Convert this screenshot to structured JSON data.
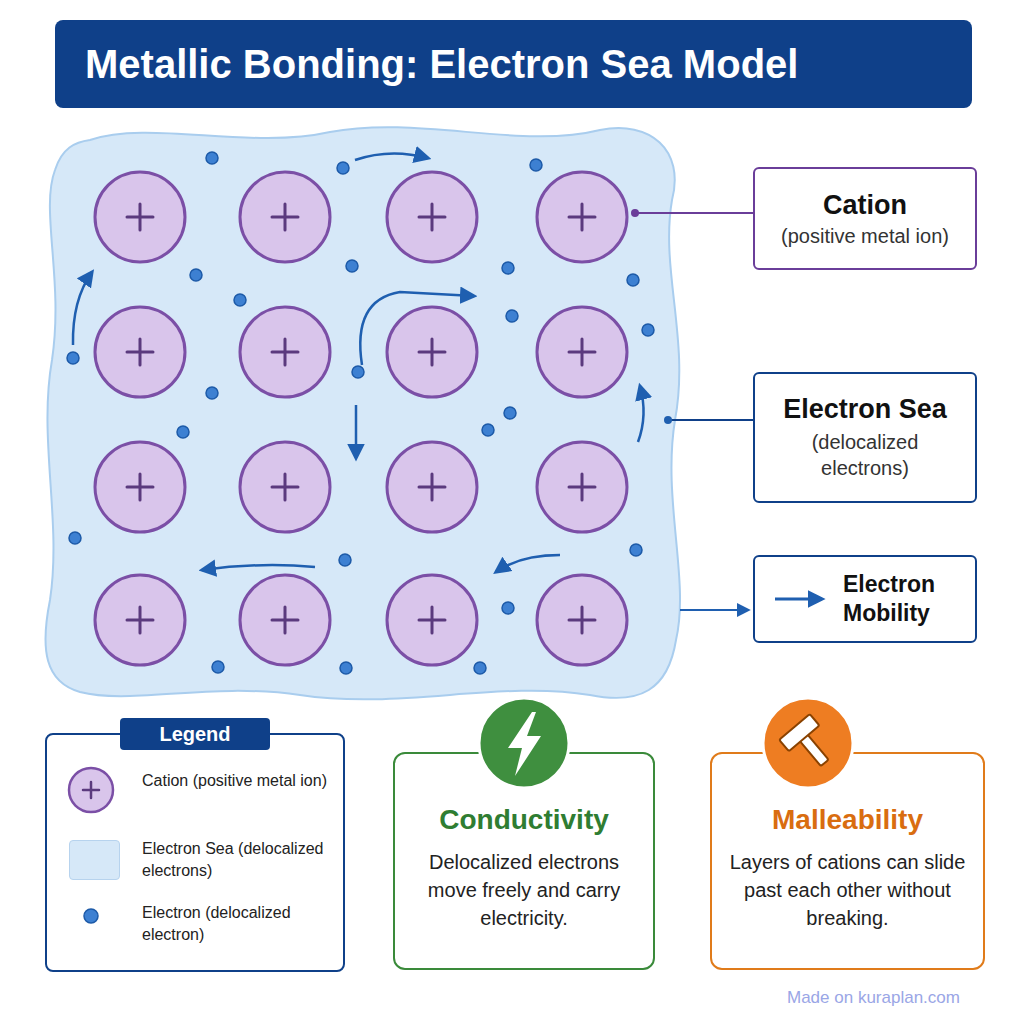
{
  "diagram": {
    "title": "Metallic Bonding: Electron Sea Model",
    "nodes": [
      {
        "text": [
          "Cation",
          "(positive metal ion)"
        ]
      },
      {
        "text": [
          "Electron Sea",
          "(delocalized electrons)"
        ]
      },
      {
        "text": [
          "Electron Mobility"
        ]
      },
      {
        "text": [
          "Legend"
        ]
      },
      {
        "text": [
          "Conductivity",
          "Delocalized electrons move freely and carry electricity."
        ]
      },
      {
        "text": [
          "Malleability",
          "Layers of cations can slide past each other without breaking."
        ]
      }
    ],
    "labels": [
      "Made on kuraplan.com"
    ],
    "legend": [
      {
        "text": "Cation (positive metal ion)"
      },
      {
        "text": "Electron Sea (delocalized electrons)",
        "color": "#d6e8f8"
      },
      {
        "text": "Electron (delocalized electron)"
      }
    ]
  }
}
